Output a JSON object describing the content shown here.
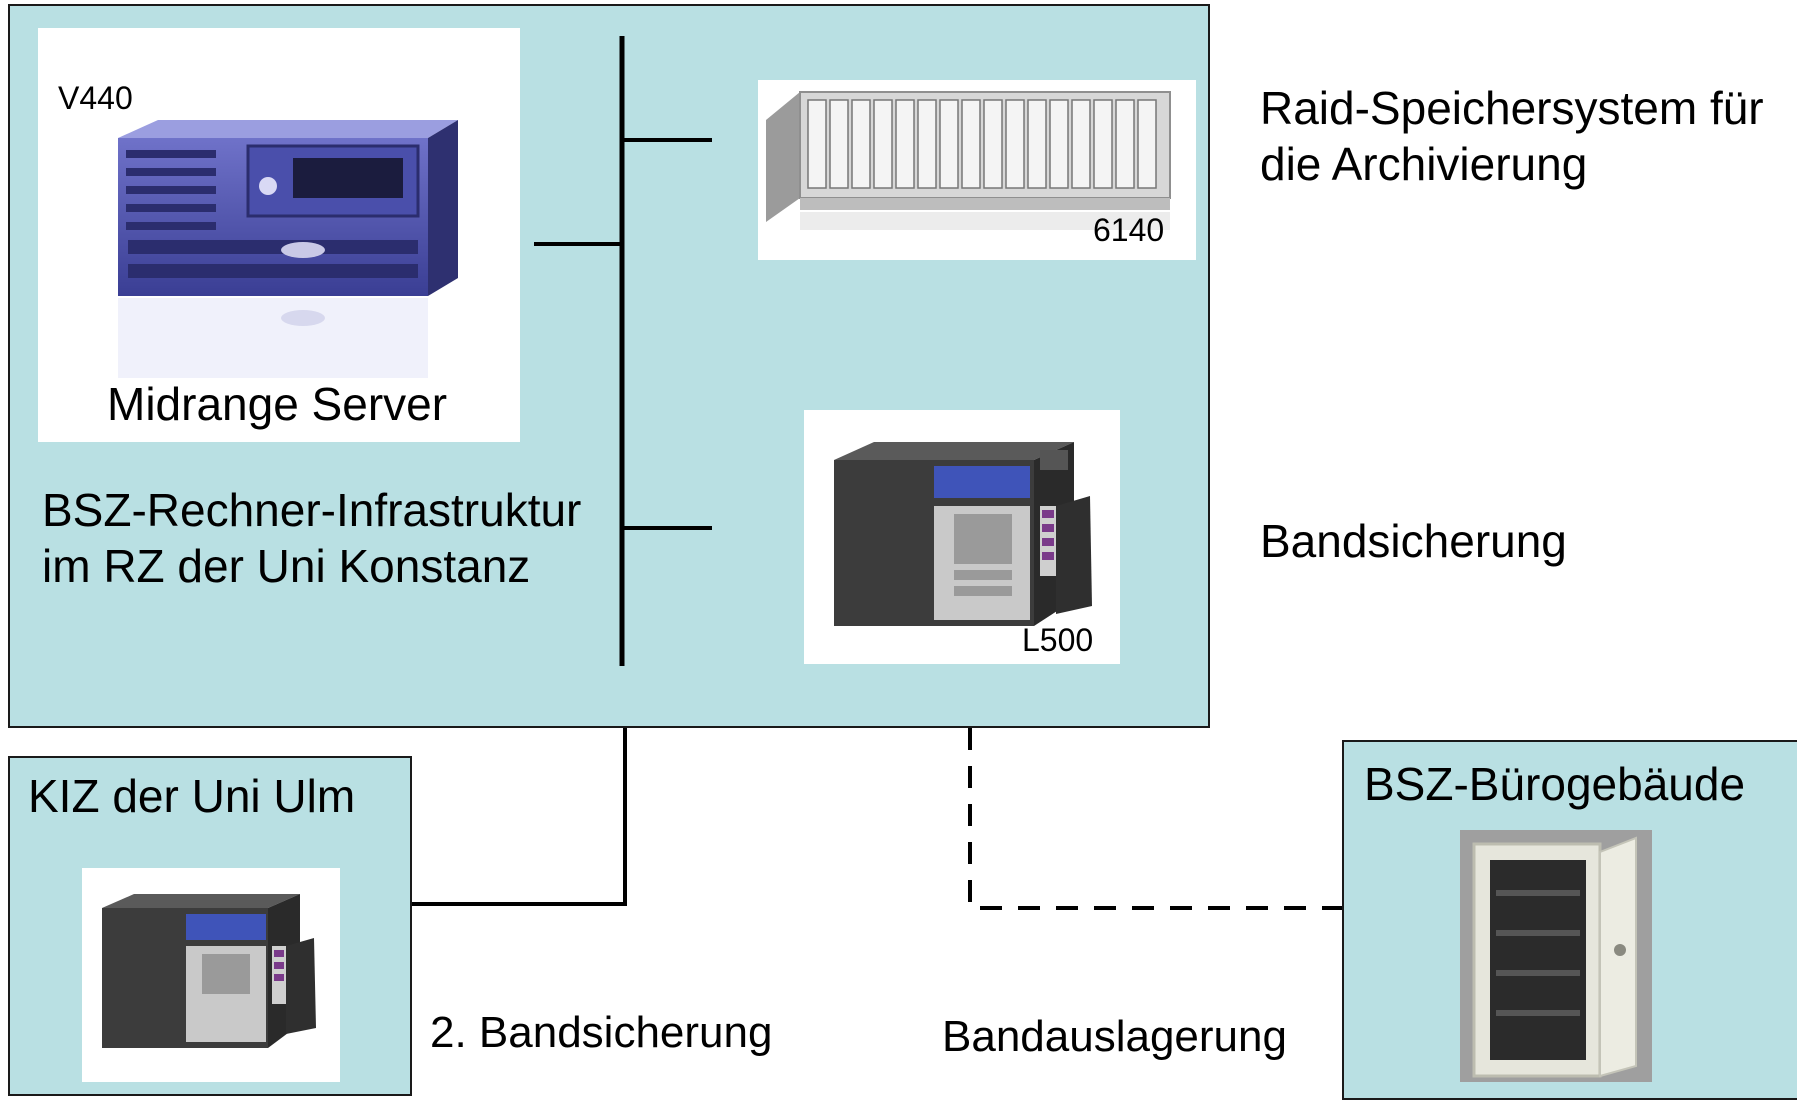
{
  "main_box": {
    "server": {
      "model": "V440",
      "caption": "Midrange Server"
    },
    "infra_label": [
      "BSZ-Rechner-Infrastruktur",
      "im  RZ der Uni Konstanz"
    ],
    "raid": {
      "model": "6140"
    },
    "tape": {
      "model": "L500"
    }
  },
  "right_labels": {
    "raid": [
      "Raid-Speichersystem für",
      "die Archivierung"
    ],
    "tape": "Bandsicherung"
  },
  "ulm_box": {
    "title": "KIZ der Uni Ulm"
  },
  "office_box": {
    "title": "BSZ-Bürogebäude"
  },
  "bottom_labels": {
    "second_backup": "2. Bandsicherung",
    "offsite": "Bandauslagerung"
  },
  "icons": {
    "server": "rack-server-icon",
    "raid": "disk-array-icon",
    "tape": "tape-library-icon",
    "safe": "safe-icon"
  }
}
